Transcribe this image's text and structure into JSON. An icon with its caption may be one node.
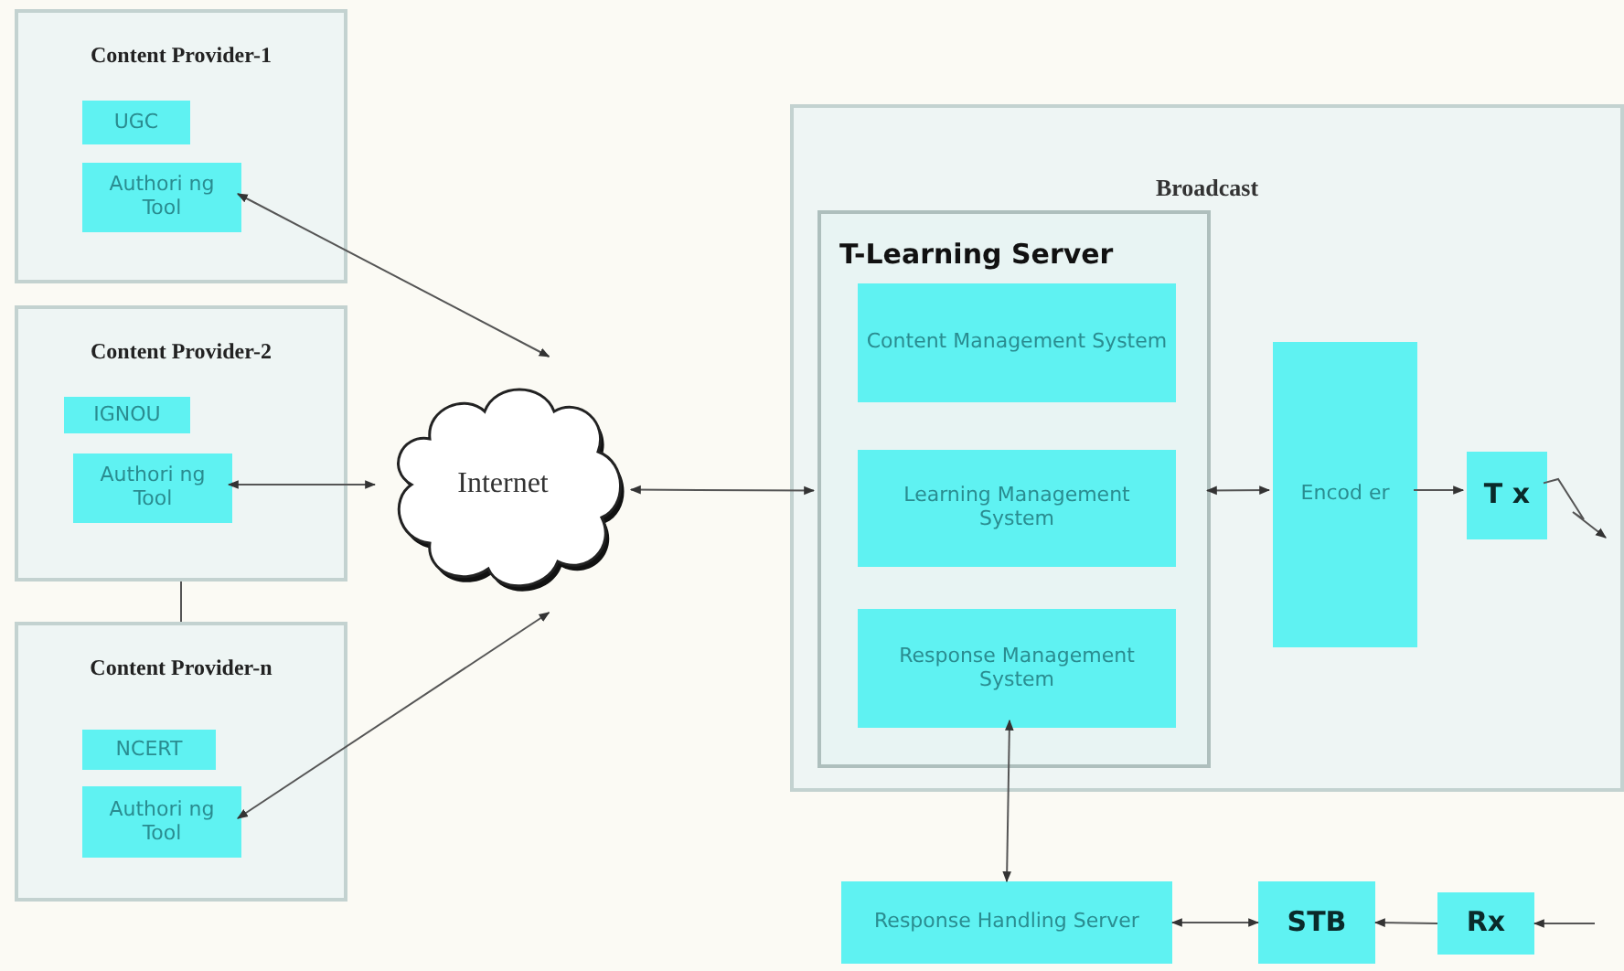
{
  "diagram": {
    "nodes": [
      {
        "text": [
          "Content Provider-1"
        ]
      },
      {
        "text": [
          "UGC"
        ],
        "in": 0
      },
      {
        "text": [
          "Authori ng Tool"
        ],
        "in": 0
      },
      {
        "text": [
          "Content Provider-2"
        ]
      },
      {
        "text": [
          "IGNOU"
        ],
        "in": 3
      },
      {
        "text": [
          "Authori ng Tool"
        ],
        "in": 3
      },
      {
        "text": [
          "Content Provider-n"
        ]
      },
      {
        "text": [
          "NCERT"
        ],
        "in": 6
      },
      {
        "text": [
          "Authori ng Tool"
        ],
        "in": 6
      },
      {
        "text": [
          "Internet"
        ]
      },
      {
        "text": [
          "Broadcast"
        ]
      },
      {
        "text": [
          "T-Learning Server"
        ],
        "in": 10
      },
      {
        "text": [
          "Content Management System"
        ],
        "in": 11
      },
      {
        "text": [
          "Learning Management System"
        ],
        "in": 11
      },
      {
        "text": [
          "Response Management System"
        ],
        "in": 11
      },
      {
        "text": [
          "Encod er"
        ],
        "in": 10
      },
      {
        "text": [
          "T x"
        ],
        "in": 10
      },
      {
        "text": [
          "Response Handling Server"
        ]
      },
      {
        "text": [
          "STB"
        ]
      },
      {
        "text": [
          "Rx"
        ]
      }
    ],
    "edges": [
      {
        "from": 9,
        "to": 2,
        "arrow": "both"
      },
      {
        "from": 9,
        "to": 5,
        "arrow": "both"
      },
      {
        "from": 9,
        "to": 8,
        "arrow": "both"
      },
      {
        "from": 9,
        "to": 11,
        "arrow": "both"
      },
      {
        "from": 11,
        "to": 15,
        "arrow": "both"
      },
      {
        "from": 15,
        "to": 16,
        "arrow": "to"
      },
      {
        "from": 16,
        "to": null,
        "arrow": "to"
      },
      {
        "from": 14,
        "to": 17,
        "arrow": "both"
      },
      {
        "from": 17,
        "to": 18,
        "arrow": "both"
      },
      {
        "from": 19,
        "to": 18,
        "arrow": "to"
      },
      {
        "from": null,
        "to": 19,
        "arrow": "to"
      },
      {
        "from": 3,
        "to": 6,
        "arrow": "none"
      }
    ]
  }
}
